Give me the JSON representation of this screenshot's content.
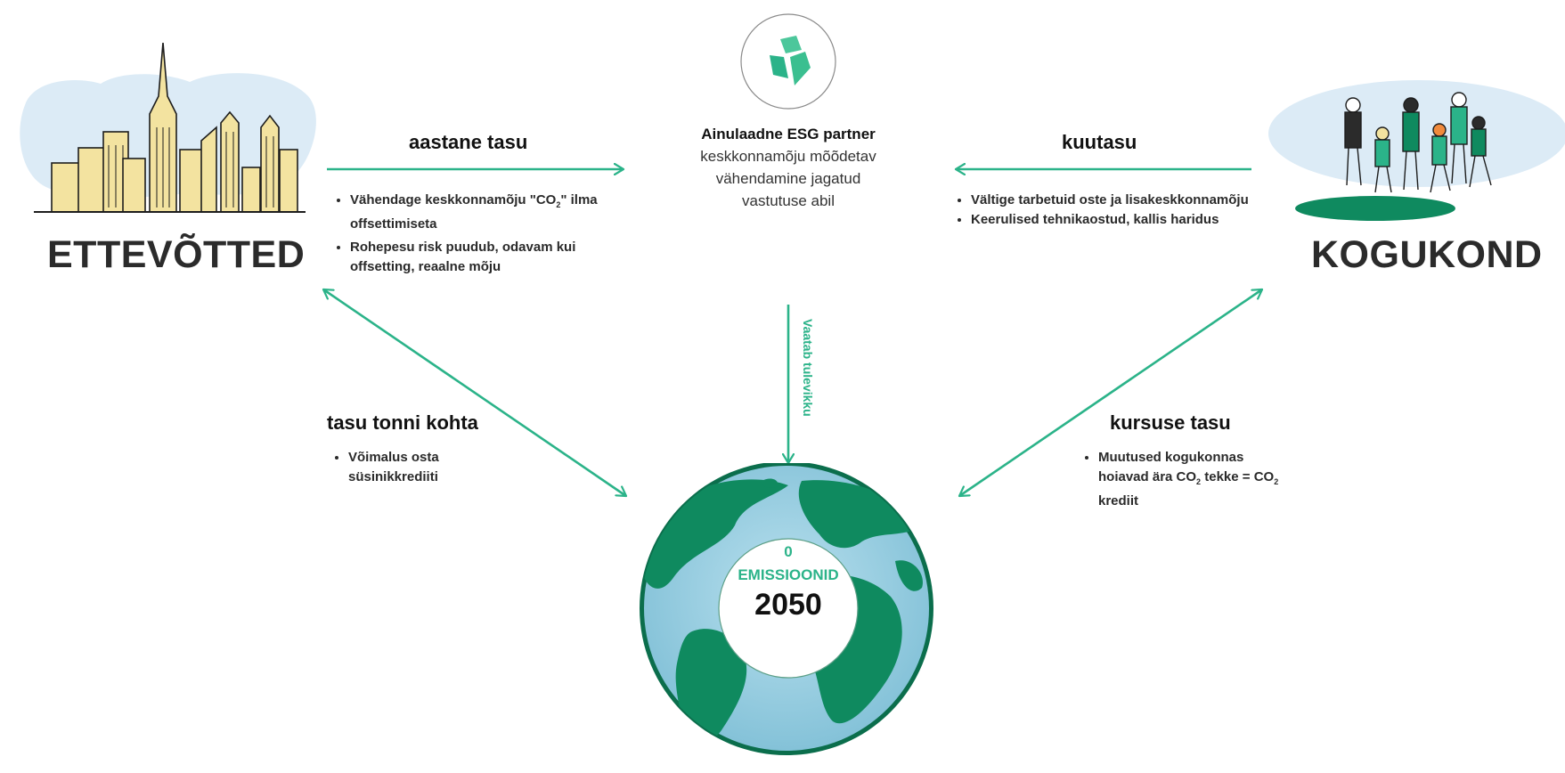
{
  "left": {
    "title": "ETTEVÕTTED",
    "illustration": "city-skyline-illustration"
  },
  "right": {
    "title": "KOGUKOND",
    "illustration": "community-people-illustration"
  },
  "center": {
    "logo": "cube-logo-icon",
    "partner_title": "Ainulaadne ESG partner",
    "partner_lines": [
      "keskkonnamõju mõõdetav",
      "vähendamine jagatud",
      "vastutuse abil"
    ],
    "down_label": "Vaatab tulevikku"
  },
  "flows": {
    "top_left": {
      "title": "aastane tasu",
      "bullets": [
        {
          "pre": "Vähendage keskkonnamõju \"CO",
          "sub": "2",
          "post": "\" ilma offsettimiseta"
        },
        {
          "pre": "Rohepesu risk puudub, odavam kui offsetting, reaalne mõju",
          "sub": "",
          "post": ""
        }
      ]
    },
    "top_right": {
      "title": "kuutasu",
      "bullets": [
        {
          "pre": "Vältige tarbetuid oste ja lisakeskkonnamõju",
          "sub": "",
          "post": ""
        },
        {
          "pre": "Keerulised tehnikaostud, kallis haridus",
          "sub": "",
          "post": ""
        }
      ]
    },
    "bottom_left": {
      "title": "tasu tonni kohta",
      "bullets": [
        {
          "pre": "Võimalus osta süsinikkrediiti",
          "sub": "",
          "post": ""
        }
      ]
    },
    "bottom_right": {
      "title": "kursuse tasu",
      "bullets": [
        {
          "pre": "Muutused kogukonnas hoiavad ära CO",
          "sub": "2",
          "post": " tekke = CO"
        },
        {
          "extra_sub": "2",
          "extra_post": " krediit"
        }
      ]
    }
  },
  "globe": {
    "line1": "0",
    "line2": "EMISSIOONID",
    "year": "2050"
  },
  "colors": {
    "accent": "#2bb389",
    "globe_ocean": "#9fd0e2",
    "globe_land": "#0f8a5f",
    "globe_rim": "#0b6e4c",
    "cloud": "#dcebf6",
    "building": "#f3e3a0",
    "dark": "#2b2b2b"
  }
}
